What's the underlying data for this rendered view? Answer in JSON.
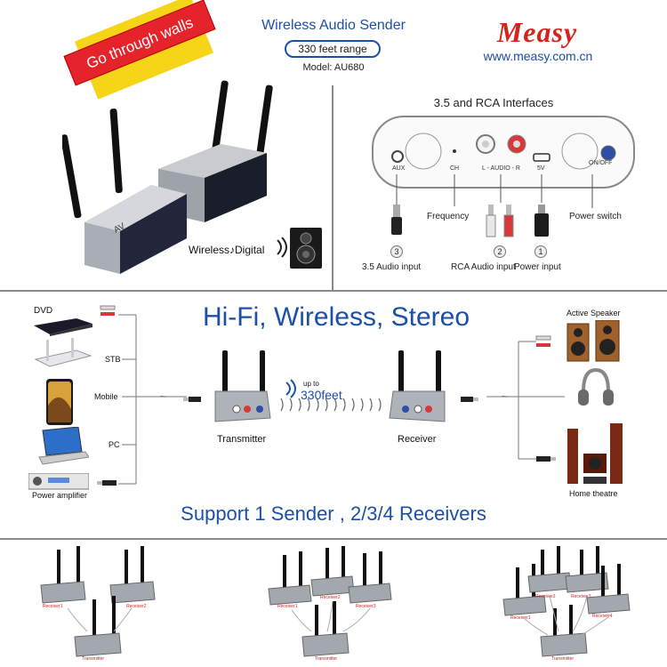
{
  "banner": {
    "text": "Go through walls"
  },
  "product": {
    "title": "Wireless Audio Sender",
    "range": "330 feet range",
    "model": "Model: AU680"
  },
  "brand": {
    "name": "Measy",
    "url": "www.measy.com.cn"
  },
  "device_caption": {
    "left": "Wireless",
    "right": "Digital"
  },
  "interfaces": {
    "title": "3.5 and RCA Interfaces",
    "panel_labels": {
      "aux": "AUX",
      "ch": "CH",
      "audio": "L - AUDIO - R",
      "v5": "5V",
      "onoff": "ON/OFF"
    },
    "callouts": {
      "frequency": "Frequency",
      "power_switch": "Power switch"
    },
    "inputs": [
      {
        "num": "3",
        "label": "3.5 Audio input"
      },
      {
        "num": "2",
        "label": "RCA Audio input"
      },
      {
        "num": "1",
        "label": "Power input"
      }
    ]
  },
  "headline": "Hi-Fi, Wireless, Stereo",
  "sources": {
    "dvd": "DVD",
    "stb": "STB",
    "mobile": "Mobile",
    "pc": "PC",
    "amp": "Power amplifier"
  },
  "link": {
    "transmitter": "Transmitter",
    "receiver": "Receiver",
    "up_to": "up to",
    "distance": "330feet"
  },
  "outputs": {
    "active_speaker": "Active Speaker",
    "home_theatre": "Home theatre"
  },
  "support": "Support 1 Sender , 2/3/4 Receivers",
  "configs": [
    {
      "receivers": [
        "Receiver1",
        "Receiver2"
      ],
      "transmitter": "Transmitter"
    },
    {
      "receivers": [
        "Receiver1",
        "Receiver2",
        "Receiver3"
      ],
      "transmitter": "Transmitter"
    },
    {
      "receivers": [
        "Receiver1",
        "Receiver2",
        "Receiver3",
        "Receiver4"
      ],
      "transmitter": "Transmitter"
    }
  ],
  "colors": {
    "accent": "#1b4fa8",
    "brand": "#d6231d",
    "banner": "#e5232b"
  }
}
